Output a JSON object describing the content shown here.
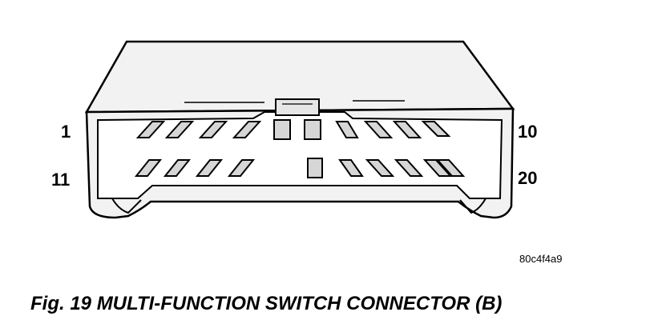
{
  "pin_labels": {
    "top_left": "1",
    "top_right": "10",
    "bottom_left": "11",
    "bottom_right": "20"
  },
  "figure_code": "80c4f4a9",
  "caption": "Fig. 19 MULTI-FUNCTION SWITCH CONNECTOR (B)",
  "colors": {
    "body_fill": "#f2f2f2",
    "line": "#000000",
    "pin_fill": "#d6d6d6"
  }
}
